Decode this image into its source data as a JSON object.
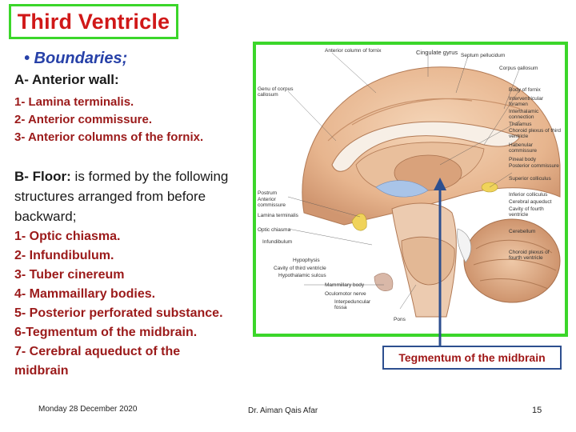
{
  "slide": {
    "title": "Third Ventricle",
    "subtitle": "• Boundaries;",
    "anterior_wall": {
      "heading": "A- Anterior wall:",
      "items": [
        "1- Lamina terminalis.",
        "2- Anterior commissure.",
        "3- Anterior columns of the fornix."
      ]
    },
    "floor": {
      "heading_bold": "B- Floor:",
      "heading_rest": " is formed by the following structures arranged from before backward;",
      "items": [
        "1- Optic chiasma.",
        "2- Infundibulum.",
        "3- Tuber cinereum",
        "4- Mammaillary bodies.",
        "5- Posterior perforated substance.",
        "6-Tegmentum of the midbrain.",
        "7- Cerebral aqueduct of the",
        "midbrain"
      ]
    },
    "caption": "Tegmentum of the midbrain",
    "footer": {
      "date": "Monday 28 December 2020",
      "author": "Dr. Aiman Qais Afar",
      "page": "15"
    }
  },
  "figure_labels": {
    "anterior_column_of_fornix": "Anterior column of fornix",
    "cingulate_gyrus": "Cingulate gyrus",
    "septum_pellucidum": "Septum pellucidum",
    "corpus_callosum": "Corpus callosum",
    "genu": "Genu of corpus callosum",
    "body_of_fornix": "Body of fornix",
    "interventricular_foramen": "Interventricular foramen",
    "interthalamic_connection": "Interthalamic connection",
    "thalamus": "Thalamus",
    "choroid_plexus_third": "Choroid plexus of third ventricle",
    "habenular_commissure": "Habenular commissure",
    "pineal_body": "Pineal body",
    "posterior_commissure": "Posterior commissure",
    "superior_colliculus": "Superior colliculus",
    "inferior_colliculus": "Inferior colliculus",
    "cerebral_aqueduct": "Cerebral aqueduct",
    "cavity_fourth": "Cavity of fourth ventricle",
    "cerebellum": "Cerebellum",
    "choroid_plexus_fourth": "Choroid plexus of fourth ventricle",
    "postrum": "Postrum",
    "anterior_commissure": "Anterior commissure",
    "lamina_terminalis": "Lamina terminalis",
    "optic_chiasma": "Optic chiasma",
    "infundibulum": "Infundibulum",
    "hypophysis": "Hypophysis",
    "cavity_third": "Cavity of third ventricle",
    "hypothalamic_sulcus": "Hypothalamic sulcus",
    "mammillary_body": "Mammillary body",
    "oculomotor_nerve": "Oculomotor nerve",
    "interpeduncular_fossa": "Interpeduncular fossa",
    "pons": "Pons"
  },
  "colors": {
    "title_red": "#d01818",
    "frame_green": "#3bd62a",
    "boundaries_blue": "#2741a8",
    "list_red": "#9b1a1a",
    "arrow_blue": "#2d4f8f"
  }
}
